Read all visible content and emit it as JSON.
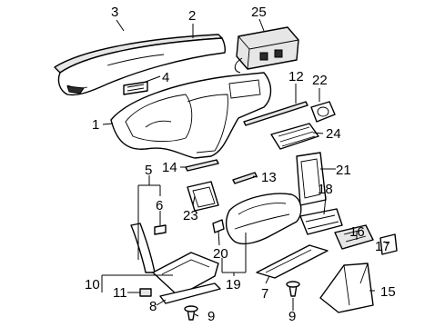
{
  "callouts": {
    "c1": "1",
    "c2": "2",
    "c3": "3",
    "c4": "4",
    "c5": "5",
    "c6": "6",
    "c7": "7",
    "c8": "8",
    "c9a": "9",
    "c9b": "9",
    "c10": "10",
    "c11": "11",
    "c12": "12",
    "c13": "13",
    "c14": "14",
    "c15": "15",
    "c16": "16",
    "c17": "17",
    "c18": "18",
    "c19": "19",
    "c20": "20",
    "c21": "21",
    "c22": "22",
    "c23": "23",
    "c24": "24",
    "c25": "25"
  }
}
